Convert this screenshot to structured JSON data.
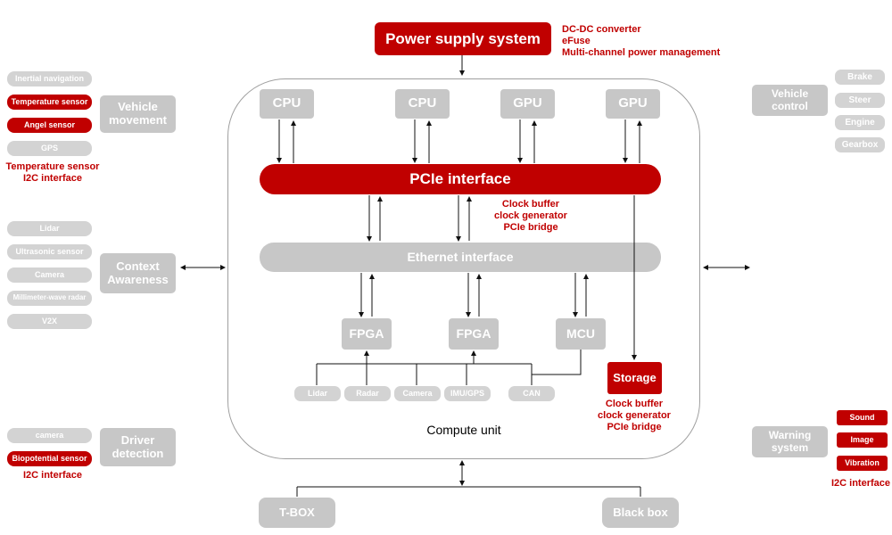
{
  "colors": {
    "accent_red": "#c00000",
    "node_gray": "#c7c7c7",
    "pill_gray": "#d3d3d3"
  },
  "power_supply": {
    "label": "Power supply system",
    "notes": [
      "DC-DC converter",
      "eFuse",
      "Multi-channel power management"
    ]
  },
  "compute_unit": {
    "label": "Compute unit",
    "processors": [
      "CPU",
      "CPU",
      "GPU",
      "GPU"
    ],
    "pcie": {
      "label": "PCIe interface",
      "notes": [
        "Clock buffer",
        "clock generator",
        "PCIe bridge"
      ]
    },
    "ethernet": {
      "label": "Ethernet interface"
    },
    "controllers": [
      "FPGA",
      "FPGA",
      "MCU"
    ],
    "storage": {
      "label": "Storage",
      "notes": [
        "Clock buffer",
        "clock generator",
        "PCIe bridge"
      ]
    },
    "io_ports": [
      "Lidar",
      "Radar",
      "Camera",
      "IMU/GPS",
      "CAN"
    ]
  },
  "left_column": {
    "vehicle_movement": {
      "label": "Vehicle movement",
      "sensors": [
        {
          "label": "Inertial navigation",
          "highlight": false
        },
        {
          "label": "Temperature sensor",
          "highlight": true
        },
        {
          "label": "Angel sensor",
          "highlight": true
        },
        {
          "label": "GPS",
          "highlight": false
        }
      ],
      "notes": [
        "Temperature sensor",
        "I2C interface"
      ]
    },
    "context_awareness": {
      "label": "Context Awareness",
      "sensors": [
        "Lidar",
        "Ultrasonic sensor",
        "Camera",
        "Millimeter-wave radar",
        "V2X"
      ]
    },
    "driver_detection": {
      "label": "Driver detection",
      "sensors": [
        {
          "label": "camera",
          "highlight": false
        },
        {
          "label": "Biopotential sensor",
          "highlight": true
        }
      ],
      "notes": [
        "I2C interface"
      ]
    }
  },
  "right_column": {
    "vehicle_control": {
      "label": "Vehicle control",
      "actuators": [
        "Brake",
        "Steer",
        "Engine",
        "Gearbox"
      ]
    },
    "warning_system": {
      "label": "Warning system",
      "outputs": [
        "Sound",
        "Image",
        "Vibration"
      ],
      "notes": [
        "I2C interface"
      ]
    }
  },
  "bottom_row": {
    "tbox": "T-BOX",
    "blackbox": "Black box"
  }
}
